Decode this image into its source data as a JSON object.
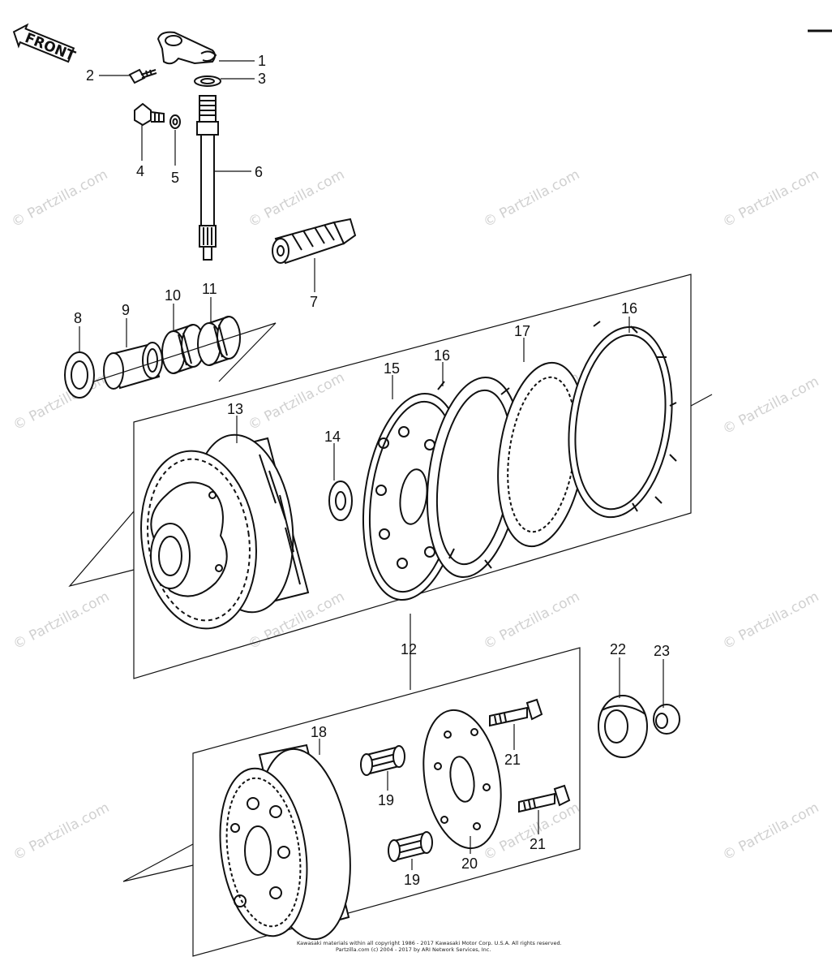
{
  "front_label": "FRONT",
  "watermark": "© Partzilla.com",
  "copyright_line1": "Kawasaki materials within all copyright 1986 - 2017 Kawasaki Motor Corp. U.S.A. All rights reserved.",
  "copyright_line2": "Partzilla.com (c) 2004 - 2017 by ARI Network Services, Inc.",
  "callouts": [
    "1",
    "2",
    "3",
    "4",
    "5",
    "6",
    "7",
    "8",
    "9",
    "10",
    "11",
    "12",
    "13",
    "14",
    "15",
    "16",
    "16",
    "17",
    "18",
    "19",
    "19",
    "20",
    "21",
    "21",
    "22",
    "23"
  ]
}
